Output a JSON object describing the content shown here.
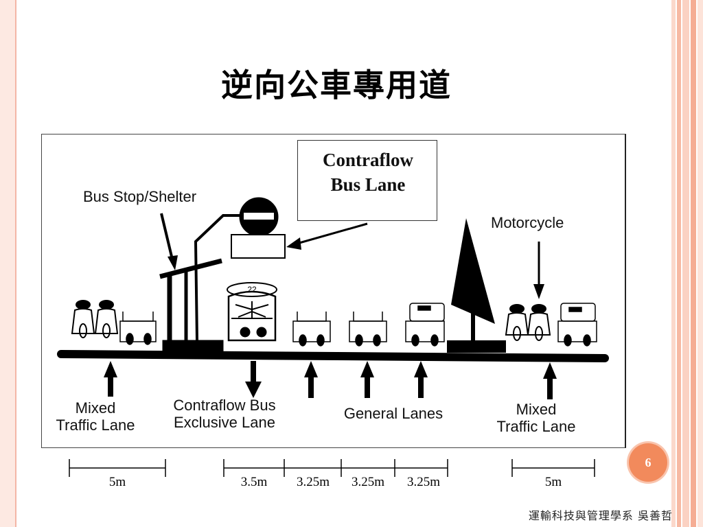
{
  "slide": {
    "title": "逆向公車專用道",
    "page_number": "6",
    "footer": "運輸科技與管理學系 吳善哲"
  },
  "diagram": {
    "sign_title_line1": "Contraflow",
    "sign_title_line2": "Bus Lane",
    "bus_stop_label": "Bus Stop/Shelter",
    "motorcycle_label": "Motorcycle",
    "bus_number": "22",
    "lanes": [
      {
        "line1": "Mixed",
        "line2": "Traffic Lane"
      },
      {
        "line1": "Contraflow Bus",
        "line2": "Exclusive Lane"
      },
      {
        "line1": "General Lanes",
        "line2": ""
      },
      {
        "line1": "Mixed",
        "line2": "Traffic Lane"
      }
    ],
    "widths": [
      "5m",
      "3.5m",
      "3.25m",
      "3.25m",
      "3.25m",
      "5m"
    ]
  }
}
